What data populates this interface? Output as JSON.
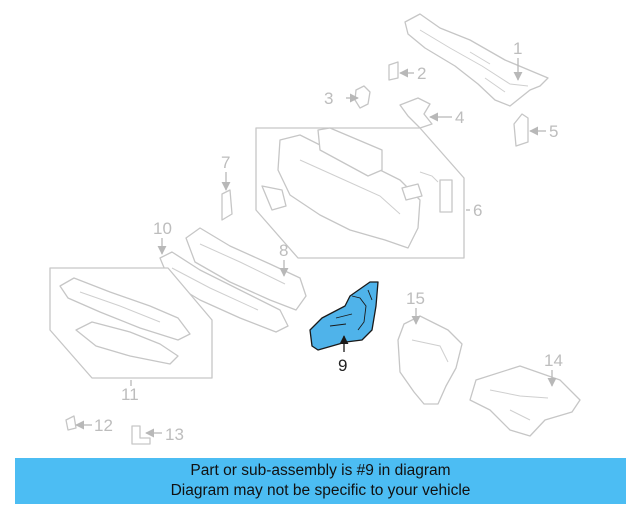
{
  "callouts": [
    "1",
    "2",
    "3",
    "4",
    "5",
    "6",
    "7",
    "8",
    "9",
    "10",
    "11",
    "12",
    "13",
    "14",
    "15"
  ],
  "highlighted_callout": "9",
  "banner": {
    "line1": "Part or sub-assembly is #9 in diagram",
    "line2": "Diagram may not be specific to your vehicle"
  },
  "colors": {
    "highlight_fill": "#4fb3ea",
    "banner_background": "#4cbdf3",
    "line_art": "#c6c6c6"
  }
}
